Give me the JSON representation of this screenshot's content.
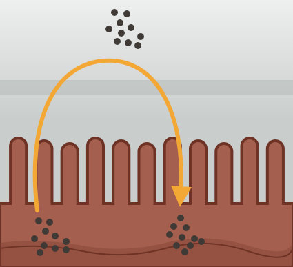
{
  "diagram": {
    "colors": {
      "background_top": "#eef0ef",
      "background_mid": "#c9cdcc",
      "tissue": "#a45f4e",
      "tissue_dark": "#7a3b2e",
      "tissue_outline": "#6f3326",
      "arrow": "#f3a735",
      "particle": "#3f3a36"
    },
    "particle_groups": [
      {
        "name": "particles-top",
        "count": 10
      },
      {
        "name": "particles-bottom-left",
        "count": 10
      },
      {
        "name": "particles-bottom-right",
        "count": 10
      }
    ],
    "villi_count": 11,
    "arrow": {
      "direction": "left-to-right",
      "shape": "arc"
    }
  }
}
